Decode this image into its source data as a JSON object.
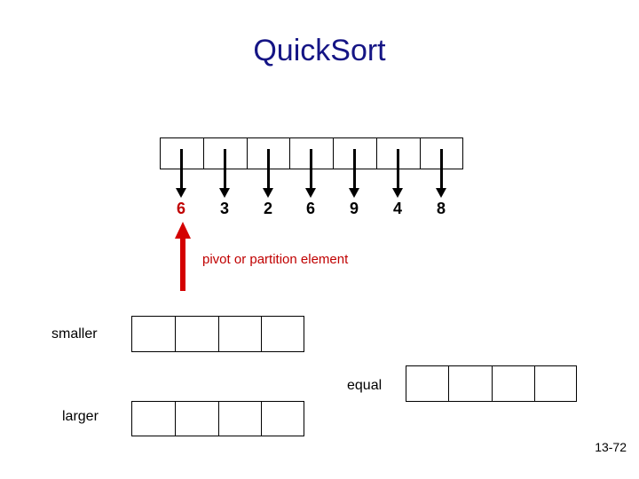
{
  "slide": {
    "title": "QuickSort",
    "title_color": "#151585",
    "page_number": "13-72"
  },
  "main_array": {
    "cells": [
      "",
      "",
      "",
      "",
      "",
      "",
      ""
    ],
    "values": [
      {
        "label": "6",
        "pivot": true
      },
      {
        "label": "3",
        "pivot": false
      },
      {
        "label": "2",
        "pivot": false
      },
      {
        "label": "6",
        "pivot": false
      },
      {
        "label": "9",
        "pivot": false
      },
      {
        "label": "4",
        "pivot": false
      },
      {
        "label": "8",
        "pivot": false
      }
    ],
    "arrow_count": 7
  },
  "pivot": {
    "caption": "pivot or partition element",
    "caption_color": "#C00000",
    "arrow_color": "#D40000"
  },
  "partitions": [
    {
      "label": "smaller",
      "cells": [
        "",
        "",
        "",
        ""
      ]
    },
    {
      "label": "equal",
      "cells": [
        "",
        "",
        "",
        ""
      ]
    },
    {
      "label": "larger",
      "cells": [
        "",
        "",
        "",
        ""
      ]
    }
  ]
}
